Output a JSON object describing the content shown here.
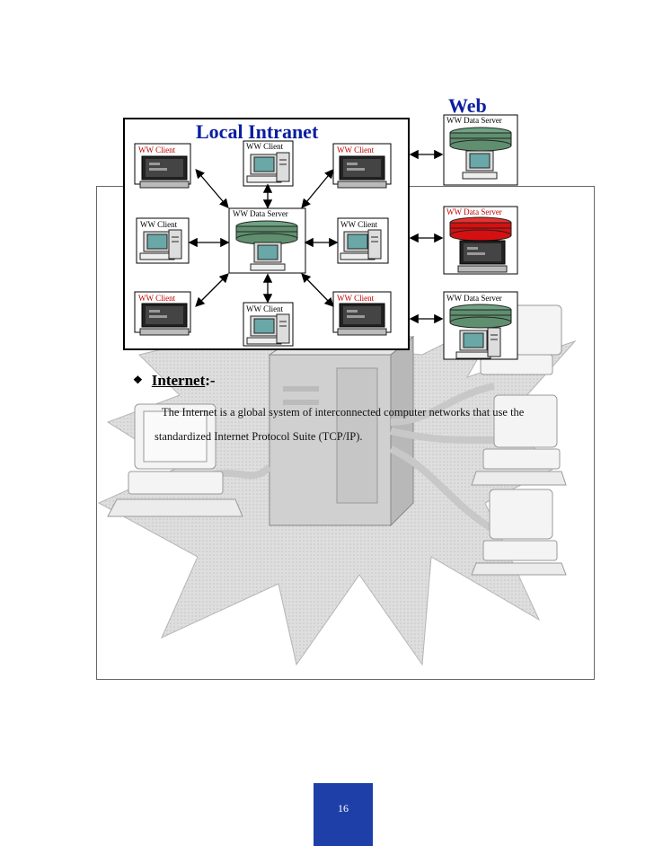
{
  "diagram": {
    "intranet_title": "Local Intranet",
    "web_title": "Web",
    "central_server_label": "WW Data Server",
    "intranet_clients": [
      "WW Client",
      "WW Client",
      "WW Client",
      "WW Client",
      "WW Client",
      "WW Client",
      "WW Client",
      "WW Client"
    ],
    "web_servers": [
      "WW Data Server",
      "WW Data Server",
      "WW Data Server"
    ],
    "colors": {
      "title_blue": "#0a1ea0",
      "client_red": "#c00000",
      "server_green": "#5f8f6f",
      "server_red": "#d61010"
    }
  },
  "section": {
    "bullet_icon": "diamond-bullet-icon",
    "heading_word": "Internet",
    "heading_suffix": ":-",
    "body_line1": "The Internet is a global system of interconnected computer networks that use the",
    "body_line2": "standardized Internet Protocol Suite (TCP/IP)."
  },
  "footer": {
    "page_number": "16"
  }
}
